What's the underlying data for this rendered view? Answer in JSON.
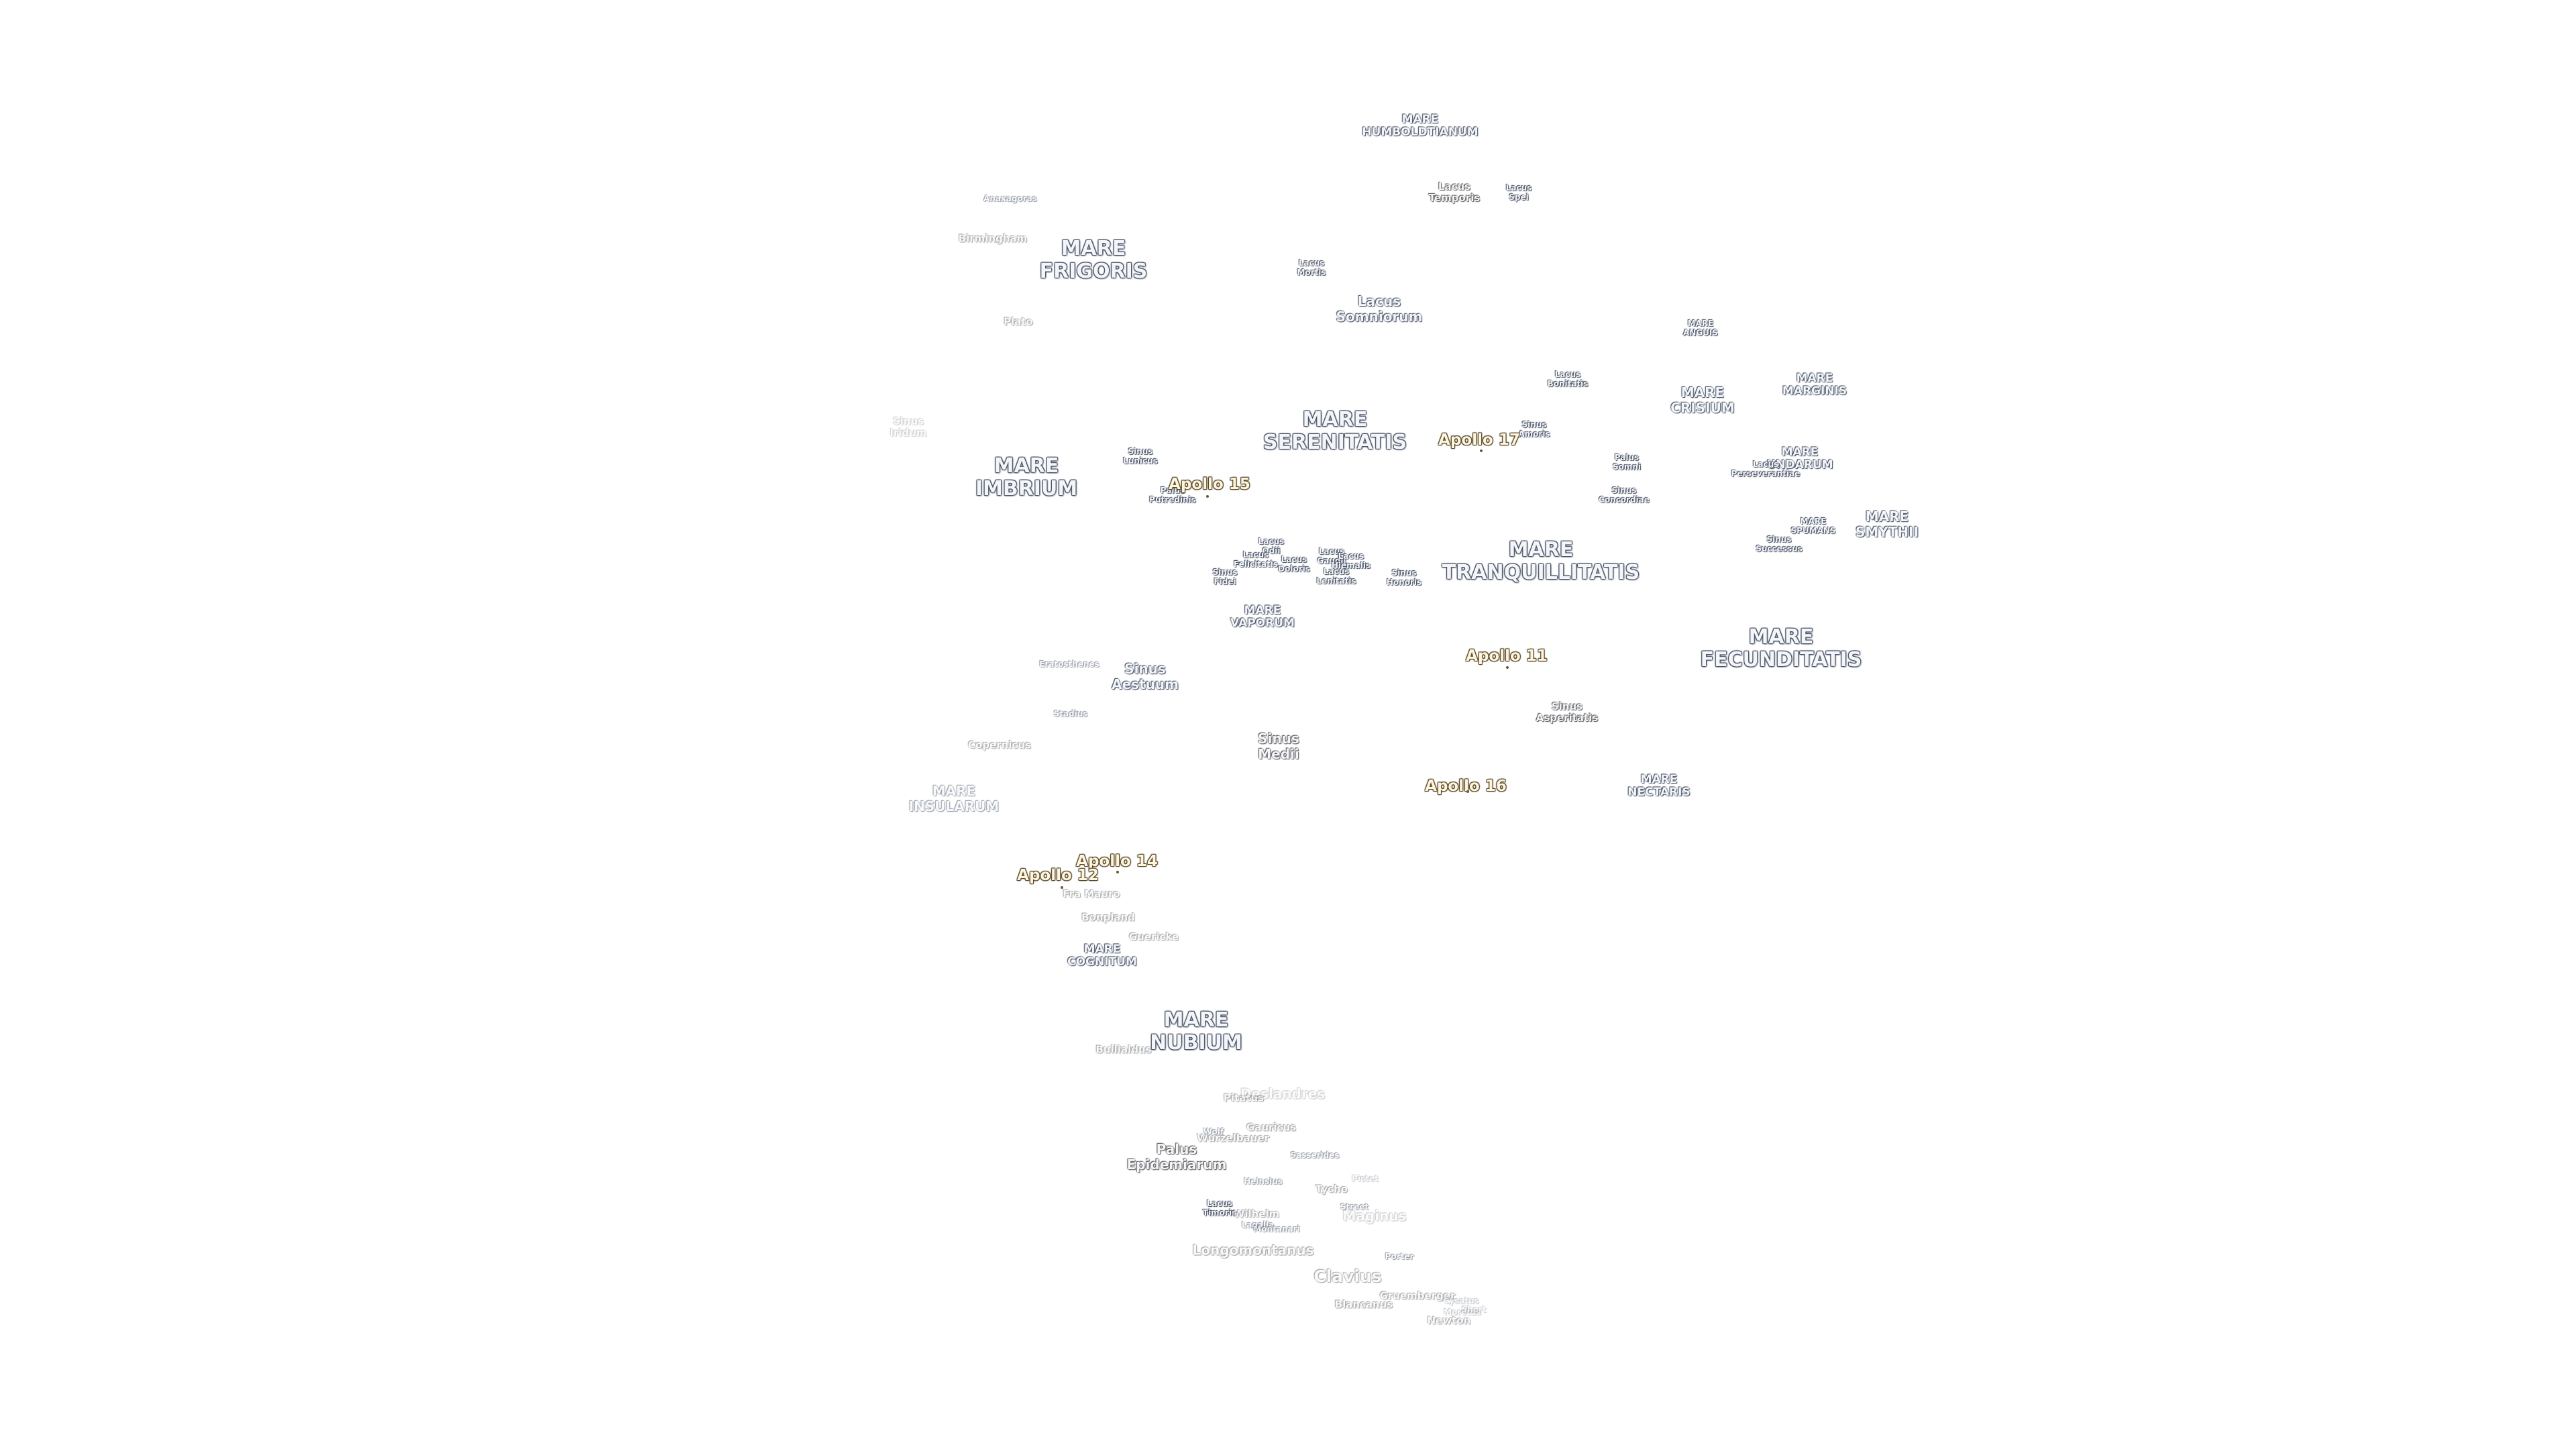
{
  "map": {
    "maria": [
      {
        "id": "mare-humboldtianum",
        "text": "MARE\nHUMBOLDTIANUM",
        "size": "mare-sm"
      },
      {
        "id": "mare-frigoris",
        "text": "MARE\nFRIGORIS",
        "size": "mare"
      },
      {
        "id": "mare-serenitatis",
        "text": "MARE\nSERENITATIS",
        "size": "mare"
      },
      {
        "id": "mare-imbrium",
        "text": "MARE\nIMBRIUM",
        "size": "mare"
      },
      {
        "id": "mare-anguis",
        "text": "MARE\nANGUIS",
        "size": "tiny"
      },
      {
        "id": "mare-crisium",
        "text": "MARE\nCRISIUM",
        "size": "lake"
      },
      {
        "id": "mare-marginis",
        "text": "MARE\nMARGINIS",
        "size": "mare-sm"
      },
      {
        "id": "mare-undarum",
        "text": "MARE\nUNDARUM",
        "size": "mare-sm"
      },
      {
        "id": "mare-spumans",
        "text": "MARE\nSPUMANS",
        "size": "tiny"
      },
      {
        "id": "mare-smythii",
        "text": "MARE\nSMYTHII",
        "size": "lake"
      },
      {
        "id": "mare-tranquillitatis",
        "text": "MARE\nTRANQUILLITATIS",
        "size": "mare"
      },
      {
        "id": "mare-vaporum",
        "text": "MARE\nVAPORUM",
        "size": "mare-sm"
      },
      {
        "id": "mare-fecunditatis",
        "text": "MARE\nFECUNDITATIS",
        "size": "mare"
      },
      {
        "id": "mare-nectaris",
        "text": "MARE\nNECTARIS",
        "size": "mare-sm"
      },
      {
        "id": "mare-insularum",
        "text": "MARE\nINSULARUM",
        "size": "lake",
        "fade": "faint"
      },
      {
        "id": "mare-cognitum",
        "text": "MARE\nCOGNITUM",
        "size": "mare-sm"
      },
      {
        "id": "mare-nubium",
        "text": "MARE\nNUBIUM",
        "size": "mare"
      }
    ],
    "lakes": [
      {
        "id": "lacus-temporis",
        "text": "Lacus\nTemporis",
        "size": "crater"
      },
      {
        "id": "lacus-spei",
        "text": "Lacus\nSpei",
        "size": "tiny"
      },
      {
        "id": "lacus-mortis",
        "text": "Lacus\nMortis",
        "size": "tiny"
      },
      {
        "id": "lacus-somniorum",
        "text": "Lacus\nSomniorum",
        "size": "lake"
      },
      {
        "id": "lacus-bonitatis",
        "text": "Lacus\nBonitatis",
        "size": "tiny"
      },
      {
        "id": "sinus-amoris",
        "text": "Sinus\nAmoris",
        "size": "tiny"
      },
      {
        "id": "palus-somni",
        "text": "Palus\nSomni",
        "size": "tiny"
      },
      {
        "id": "sinus-concordiae",
        "text": "Sinus\nConcordiae",
        "size": "tiny"
      },
      {
        "id": "lacus-perseverantiae",
        "text": "Lacus\nPerseverantiae",
        "size": "tiny"
      },
      {
        "id": "sinus-successus",
        "text": "Sinus\nSuccessus",
        "size": "tiny"
      },
      {
        "id": "sinus-lunicus",
        "text": "Sinus\nLunicus",
        "size": "tiny"
      },
      {
        "id": "palus-putredinis",
        "text": "Palus\nPutredinis",
        "size": "tiny"
      },
      {
        "id": "lacus-odii",
        "text": "Lacus\nOdii",
        "size": "tiny"
      },
      {
        "id": "lacus-felicitatis",
        "text": "Lacus\nFelicitatis",
        "size": "tiny"
      },
      {
        "id": "lacus-doloris",
        "text": "Lacus\nDoloris",
        "size": "tiny"
      },
      {
        "id": "lacus-gaudii",
        "text": "Lacus\nGaudii",
        "size": "tiny"
      },
      {
        "id": "lacus-hiemalis",
        "text": "Lacus\nHiemalis",
        "size": "tiny"
      },
      {
        "id": "lacus-lenitatis",
        "text": "Lacus\nLenitatis",
        "size": "tiny"
      },
      {
        "id": "sinus-fidei",
        "text": "Sinus\nFidei",
        "size": "tiny"
      },
      {
        "id": "sinus-honoris",
        "text": "Sinus\nHonoris",
        "size": "tiny"
      },
      {
        "id": "sinus-aestuum",
        "text": "Sinus\nAestuum",
        "size": "lake"
      },
      {
        "id": "sinus-medii",
        "text": "Sinus\nMedii",
        "size": "crater-lg"
      },
      {
        "id": "sinus-asperitatis",
        "text": "Sinus\nAsperitatis",
        "size": "crater"
      },
      {
        "id": "sinus-iridum",
        "text": "Sinus\nIridum",
        "size": "crater",
        "fade": "fainter"
      },
      {
        "id": "palus-epidemiarum",
        "text": "Palus\nEpidemiarum",
        "size": "crater-lg"
      },
      {
        "id": "lacus-timoris",
        "text": "Lacus\nTimoris",
        "size": "tiny"
      }
    ],
    "craters": [
      {
        "id": "anaxagoras",
        "text": "Anaxagoras",
        "size": "tiny",
        "fade": "faint"
      },
      {
        "id": "birmingham",
        "text": "Birmingham",
        "size": "crater",
        "fade": "faint"
      },
      {
        "id": "plato",
        "text": "Plato",
        "size": "crater",
        "fade": "faint"
      },
      {
        "id": "eratosthenes",
        "text": "Eratosthenes",
        "size": "tiny",
        "fade": "faint"
      },
      {
        "id": "stadius",
        "text": "Stadius",
        "size": "tiny",
        "fade": "faint"
      },
      {
        "id": "copernicus",
        "text": "Copernicus",
        "size": "crater",
        "fade": "faint"
      },
      {
        "id": "fra-mauro",
        "text": "Fra Mauro",
        "size": "crater",
        "fade": "faint"
      },
      {
        "id": "bonpland",
        "text": "Bonpland",
        "size": "crater",
        "fade": "faint"
      },
      {
        "id": "guericke",
        "text": "Guericke",
        "size": "crater",
        "fade": "faint"
      },
      {
        "id": "bullialdus",
        "text": "Bullialdus",
        "size": "crater",
        "fade": "faint"
      },
      {
        "id": "pitatus",
        "text": "Pitatus",
        "size": "crater",
        "fade": "faint"
      },
      {
        "id": "deslandres",
        "text": "Deslandres",
        "size": "crater-lg",
        "fade": "fainter"
      },
      {
        "id": "gauricus",
        "text": "Gauricus",
        "size": "crater",
        "fade": "faint"
      },
      {
        "id": "wolf",
        "text": "Wolf",
        "size": "tiny",
        "fade": "faint"
      },
      {
        "id": "wurzelbauer",
        "text": "Wurzelbauer",
        "size": "crater",
        "fade": "faint"
      },
      {
        "id": "sasserides",
        "text": "Sasserides",
        "size": "tiny",
        "fade": "faint"
      },
      {
        "id": "heinsius",
        "text": "Heinsius",
        "size": "tiny",
        "fade": "faint"
      },
      {
        "id": "pictet",
        "text": "Pictet",
        "size": "tiny",
        "fade": "fainter"
      },
      {
        "id": "tycho",
        "text": "Tycho",
        "size": "crater",
        "fade": "faint"
      },
      {
        "id": "street",
        "text": "Street",
        "size": "tiny",
        "fade": "faint"
      },
      {
        "id": "maginus",
        "text": "Maginus",
        "size": "crater-lg",
        "fade": "fainter"
      },
      {
        "id": "wilhelm",
        "text": "Wilhelm",
        "size": "crater",
        "fade": "faint"
      },
      {
        "id": "lagalla",
        "text": "Lagalla",
        "size": "tiny",
        "fade": "faint"
      },
      {
        "id": "montanari",
        "text": "Montanari",
        "size": "tiny",
        "fade": "faint"
      },
      {
        "id": "longomontanus",
        "text": "Longomontanus",
        "size": "crater-lg",
        "fade": "faint"
      },
      {
        "id": "porter",
        "text": "Porter",
        "size": "tiny",
        "fade": "faint"
      },
      {
        "id": "clavius",
        "text": "Clavius",
        "size": "crater-xl",
        "fade": "faint"
      },
      {
        "id": "gruemberger",
        "text": "Gruemberger",
        "size": "crater",
        "fade": "faint"
      },
      {
        "id": "cysatus",
        "text": "Cysatus",
        "size": "tiny",
        "fade": "fainter"
      },
      {
        "id": "moretus",
        "text": "Moretus",
        "size": "tiny",
        "fade": "fainter"
      },
      {
        "id": "short",
        "text": "Short",
        "size": "tiny",
        "fade": "fainter"
      },
      {
        "id": "blancanus",
        "text": "Blancanus",
        "size": "crater",
        "fade": "faint"
      },
      {
        "id": "newton",
        "text": "Newton",
        "size": "crater",
        "fade": "faint"
      }
    ],
    "landing_sites": [
      {
        "id": "apollo-15",
        "text": "Apollo 15"
      },
      {
        "id": "apollo-17",
        "text": "Apollo 17"
      },
      {
        "id": "apollo-11",
        "text": "Apollo 11"
      },
      {
        "id": "apollo-16",
        "text": "Apollo 16"
      },
      {
        "id": "apollo-14",
        "text": "Apollo 14"
      },
      {
        "id": "apollo-12",
        "text": "Apollo 12"
      }
    ]
  }
}
